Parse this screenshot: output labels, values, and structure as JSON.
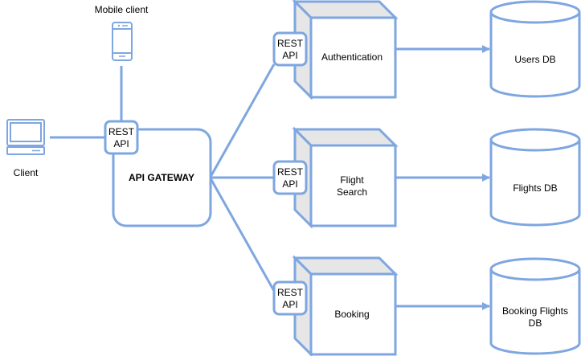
{
  "colors": {
    "stroke": "#7ea6e0",
    "box_fill": "#ffffff",
    "box_side": "#e6e6e6",
    "text": "#000000"
  },
  "nodes": {
    "mobile_client": {
      "label": "Mobile client",
      "icon": "phone-icon"
    },
    "client": {
      "label": "Client",
      "icon": "laptop-icon"
    },
    "gateway": {
      "label": "API GATEWAY"
    },
    "gateway_rest": {
      "line1": "REST",
      "line2": "API"
    },
    "auth": {
      "label": "Authentication",
      "rest_line1": "REST",
      "rest_line2": "API"
    },
    "search": {
      "line1": "Flight",
      "line2": "Search",
      "rest_line1": "REST",
      "rest_line2": "API"
    },
    "booking": {
      "label": "Booking",
      "rest_line1": "REST",
      "rest_line2": "API"
    },
    "users_db": {
      "label": "Users DB"
    },
    "flights_db": {
      "label": "Flights DB"
    },
    "booking_db": {
      "line1": "Booking Flights",
      "line2": "DB"
    }
  }
}
